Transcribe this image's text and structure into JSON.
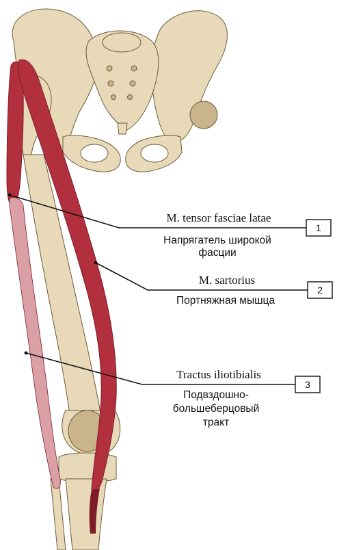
{
  "labels": [
    {
      "number": "1",
      "latin": "M. tensor fasciae latae",
      "russian": [
        "Напрягатель широкой",
        "фасции"
      ]
    },
    {
      "number": "2",
      "latin": "M. sartorius",
      "russian": [
        "Портняжная мышца"
      ]
    },
    {
      "number": "3",
      "latin": "Tractus iliotibialis",
      "russian": [
        "Подвздошно-",
        "большеберцовый",
        "тракт"
      ]
    }
  ],
  "colors": {
    "bone": "#e8d9b8",
    "bone_shadow": "#c9b48c",
    "bone_outline": "#6b5a3a",
    "muscle": "#b2303e",
    "muscle_dark": "#7e1b28",
    "tract": "#dba0a6"
  }
}
